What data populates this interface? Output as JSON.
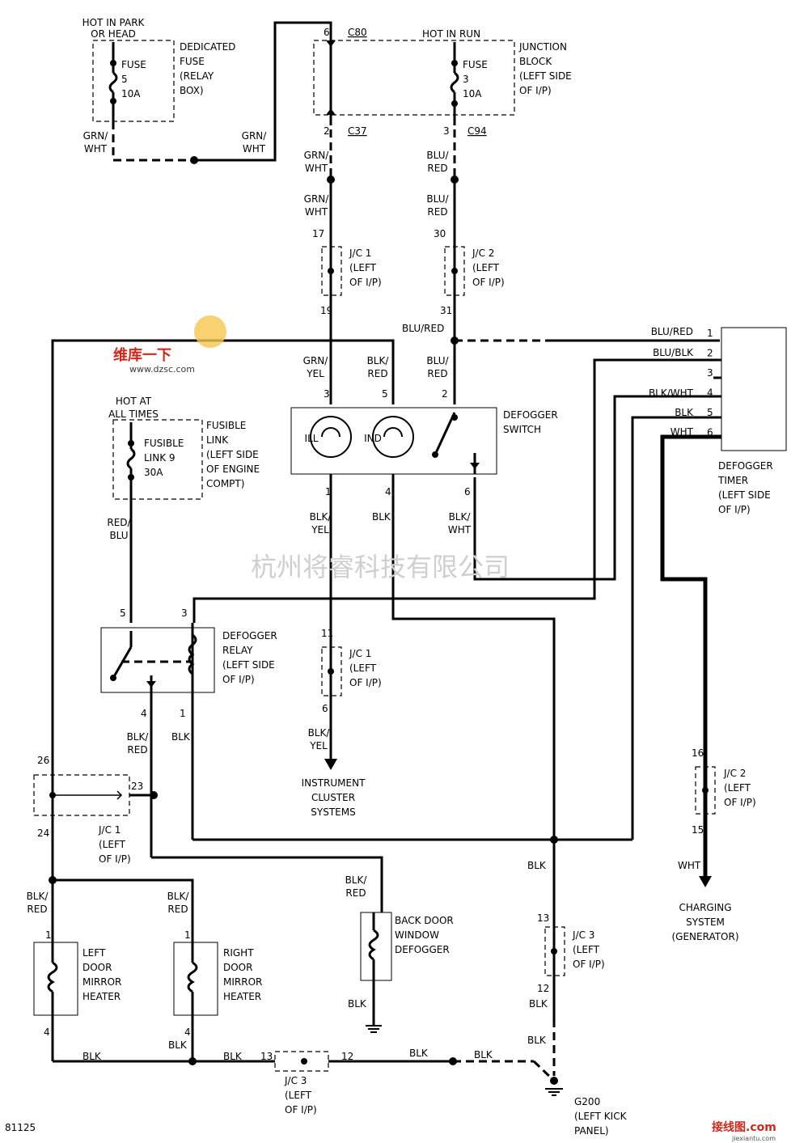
{
  "labels": {
    "hot_park": [
      "HOT IN PARK",
      "OR HEAD"
    ],
    "ded_fuse_title": [
      "DEDICATED",
      "FUSE",
      "(RELAY",
      "BOX)"
    ],
    "fuse5": [
      "FUSE",
      "5",
      "10A"
    ],
    "grn_wht_a": [
      "GRN/",
      "WHT"
    ],
    "grn_wht_b": [
      "GRN/",
      "WHT"
    ],
    "grn_wht_c": [
      "GRN/",
      "WHT"
    ],
    "grn_wht_d": [
      "GRN/",
      "WHT"
    ],
    "hot_run": "HOT IN RUN",
    "c80": "C80",
    "c37": "C37",
    "c94": "C94",
    "pin6_top": "6",
    "pin2_top": "2",
    "pin3_top": "3",
    "fuse3": [
      "FUSE",
      "3",
      "10A"
    ],
    "jb_title": [
      "JUNCTION",
      "BLOCK",
      "(LEFT SIDE",
      "OF I/P)"
    ],
    "blu_red_a": [
      "BLU/",
      "RED"
    ],
    "blu_red_b": [
      "BLU/",
      "RED"
    ],
    "jc1_top": [
      "J/C 1",
      "(LEFT",
      "OF I/P)"
    ],
    "jc2_top": [
      "J/C 2",
      "(LEFT",
      "OF I/P)"
    ],
    "pin17": "17",
    "pin19": "19",
    "pin30": "30",
    "pin31": "31",
    "blu_red_c": "BLU/RED",
    "timer_wires": [
      "BLU/RED",
      "BLU/BLK",
      "BLK/WHT",
      "BLK",
      "WHT"
    ],
    "timer_pins": [
      "1",
      "2",
      "3",
      "4",
      "5",
      "6"
    ],
    "timer_title": [
      "DEFOGGER",
      "TIMER",
      "(LEFT SIDE",
      "OF I/P)"
    ],
    "sw_wire_3": [
      "GRN/",
      "YEL"
    ],
    "sw_wire_5": [
      "BLK/",
      "RED"
    ],
    "sw_wire_2": [
      "BLU/",
      "RED"
    ],
    "sw_top_pins": [
      "3",
      "5",
      "2"
    ],
    "sw_title": [
      "DEFOGGER",
      "SWITCH"
    ],
    "sw_ill": "ILL",
    "sw_ind": "IND",
    "sw_bot_pins": [
      "1",
      "4",
      "6"
    ],
    "sw_bot_wire_1": [
      "BLK/",
      "YEL"
    ],
    "sw_bot_wire_4": "BLK",
    "sw_bot_wire_6": [
      "BLK/",
      "WHT"
    ],
    "hot_always": [
      "HOT AT",
      "ALL TIMES"
    ],
    "fl9": [
      "FUSIBLE",
      "LINK 9",
      "30A"
    ],
    "fl_title": [
      "FUSIBLE",
      "LINK",
      "(LEFT SIDE",
      "OF ENGINE",
      "COMPT)"
    ],
    "red_blu": [
      "RED/",
      "BLU"
    ],
    "relay_pins_top": [
      "5",
      "3"
    ],
    "relay_title": [
      "DEFOGGER",
      "RELAY",
      "(LEFT SIDE",
      "OF I/P)"
    ],
    "relay_pins_bot": [
      "4",
      "1"
    ],
    "blk_red_relay": [
      "BLK/",
      "RED"
    ],
    "blk_relay": "BLK",
    "pin11": "11",
    "pin6_jc1": "6",
    "jc1_mid": [
      "J/C 1",
      "(LEFT",
      "OF I/P)"
    ],
    "blk_yel_cluster": [
      "BLK/",
      "YEL"
    ],
    "cluster": [
      "INSTRUMENT",
      "CLUSTER",
      "SYSTEMS"
    ],
    "pin26": "26",
    "pin23": "23",
    "pin24": "24",
    "jc1_low": [
      "J/C 1",
      "(LEFT",
      "OF I/P)"
    ],
    "blk_red_l": [
      "BLK/",
      "RED"
    ],
    "blk_red_r": [
      "BLK/",
      "RED"
    ],
    "blk_red_bd": [
      "BLK/",
      "RED"
    ],
    "mirror_pin1_l": "1",
    "mirror_pin1_r": "1",
    "mirror_pin4_l": "4",
    "mirror_pin4_r": "4",
    "left_mirror": [
      "LEFT",
      "DOOR",
      "MIRROR",
      "HEATER"
    ],
    "right_mirror": [
      "RIGHT",
      "DOOR",
      "MIRROR",
      "HEATER"
    ],
    "back_door": [
      "BACK DOOR",
      "WINDOW",
      "DEFOGGER"
    ],
    "blk_bd": "BLK",
    "blk_mid": "BLK",
    "pin13_jc3": "13",
    "pin12_jc3": "12",
    "jc3_r": [
      "J/C 3",
      "(LEFT",
      "OF I/P)"
    ],
    "blk_jc3_bot": "BLK",
    "blk_jc3_g": "BLK",
    "pin16": "16",
    "pin15": "15",
    "jc2_low": [
      "J/C 2",
      "(LEFT",
      "OF I/P)"
    ],
    "wht_chg": "WHT",
    "charging": [
      "CHARGING",
      "SYSTEM",
      "(GENERATOR)"
    ],
    "blk_bottom": [
      "BLK",
      "BLK",
      "BLK",
      "BLK",
      "BLK"
    ],
    "jc3_bot_pins": [
      "13",
      "12"
    ],
    "jc3_bot": [
      "J/C 3",
      "(LEFT",
      "OF I/P)"
    ],
    "g200": [
      "G200",
      "(LEFT KICK",
      "PANEL)"
    ],
    "fig_no": "81125",
    "watermark": "杭州将睿科技有限公司",
    "logo_site": "www.dzsc.com",
    "logo_cn": "维库一下",
    "footer_logo": "接线图.com",
    "footer_url": "jiexiantu.com"
  }
}
